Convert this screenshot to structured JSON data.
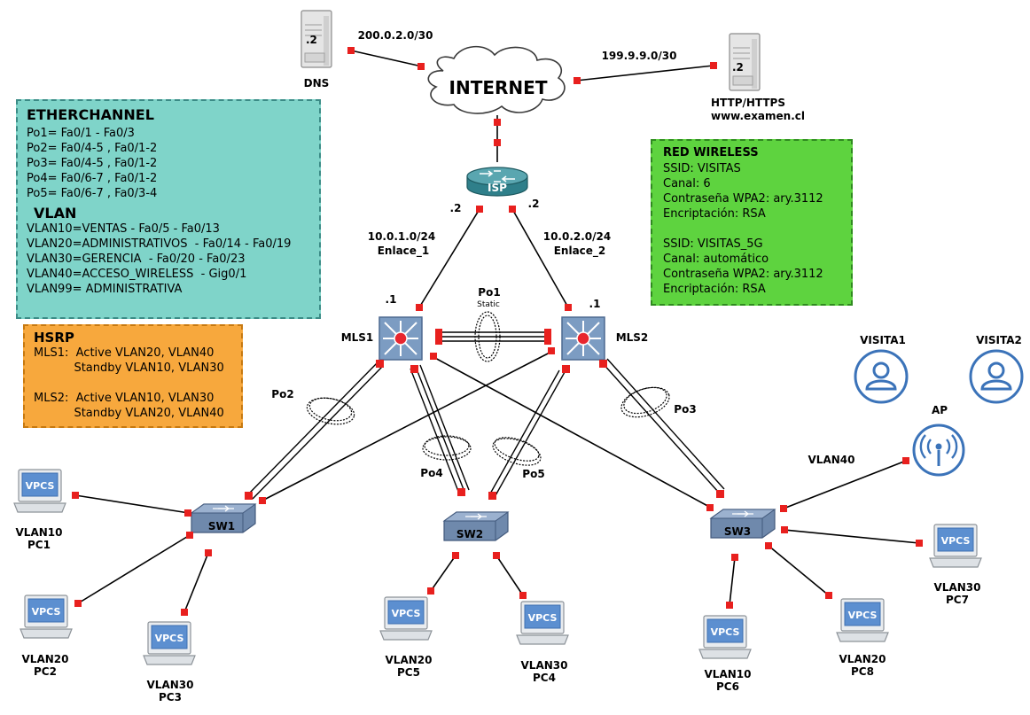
{
  "internet": {
    "label": "INTERNET"
  },
  "servers": {
    "dns": {
      "name": "DNS",
      "host": ".2",
      "network": "200.0.2.0/30"
    },
    "web": {
      "name": "HTTP/HTTPS",
      "domain": "www.examen.cl",
      "host": ".2",
      "network": "199.9.9.0/30"
    }
  },
  "isp": {
    "label": "ISP",
    "left_host": ".2",
    "right_host": ".2"
  },
  "links": {
    "enlace1": {
      "network": "10.0.1.0/24",
      "name": "Enlace_1"
    },
    "enlace2": {
      "network": "10.0.2.0/24",
      "name": "Enlace_2"
    }
  },
  "mls": {
    "mls1": {
      "label": "MLS1",
      "host": ".1"
    },
    "mls2": {
      "label": "MLS2",
      "host": ".1"
    }
  },
  "port_channels": {
    "po1": "Po1",
    "po1_mode": "Static",
    "po2": "Po2",
    "po3": "Po3",
    "po4": "Po4",
    "po5": "Po5"
  },
  "switches": {
    "sw1": "SW1",
    "sw2": "SW2",
    "sw3": "SW3"
  },
  "pcs": {
    "pc1": {
      "vlan": "VLAN10",
      "name": "PC1"
    },
    "pc2": {
      "vlan": "VLAN20",
      "name": "PC2"
    },
    "pc3": {
      "vlan": "VLAN30",
      "name": "PC3"
    },
    "pc4": {
      "vlan": "VLAN30",
      "name": "PC4"
    },
    "pc5": {
      "vlan": "VLAN20",
      "name": "PC5"
    },
    "pc6": {
      "vlan": "VLAN10",
      "name": "PC6"
    },
    "pc7": {
      "vlan": "VLAN30",
      "name": "PC7"
    },
    "pc8": {
      "vlan": "VLAN20",
      "name": "PC8"
    }
  },
  "vpcs_label": "VPCS",
  "ap": {
    "label": "AP",
    "vlan": "VLAN40"
  },
  "visitors": {
    "v1": "VISITA1",
    "v2": "VISITA2"
  },
  "etherchannel_box": {
    "title": "ETHERCHANNEL",
    "lines": [
      "Po1= Fa0/1 - Fa0/3",
      "Po2= Fa0/4-5 , Fa0/1-2",
      "Po3= Fa0/4-5 , Fa0/1-2",
      "Po4= Fa0/6-7 , Fa0/1-2",
      "Po5= Fa0/6-7 , Fa0/3-4"
    ],
    "vlan_title": "VLAN",
    "vlan_lines": [
      "VLAN10=VENTAS - Fa0/5 - Fa0/13",
      "VLAN20=ADMINISTRATIVOS  - Fa0/14 - Fa0/19",
      "VLAN30=GERENCIA  - Fa0/20 - Fa0/23",
      "VLAN40=ACCESO_WIRELESS  - Gig0/1",
      "VLAN99= ADMINISTRATIVA"
    ]
  },
  "hsrp_box": {
    "title": "HSRP",
    "lines": [
      "MLS1:  Active VLAN20, VLAN40",
      "           Standby VLAN10, VLAN30",
      "MLS2:  Active VLAN10, VLAN30",
      "           Standby VLAN20, VLAN40"
    ]
  },
  "wireless_box": {
    "title": "RED WIRELESS",
    "net1": [
      "SSID: VISITAS",
      "Canal: 6",
      "Contraseña WPA2: ary.3112",
      "Encriptación: RSA"
    ],
    "net2": [
      "SSID: VISITAS_5G",
      "Canal: automático",
      "Contraseña WPA2: ary.3112",
      "Encriptación: RSA"
    ]
  },
  "colors": {
    "port": "#e8201e",
    "etherchannel_bg": "#7fd4c9",
    "hsrp_bg": "#f7a83d",
    "wireless_bg": "#5ed33f",
    "icon_blue": "#3b73b9",
    "switch_blue": "#7893b8"
  }
}
